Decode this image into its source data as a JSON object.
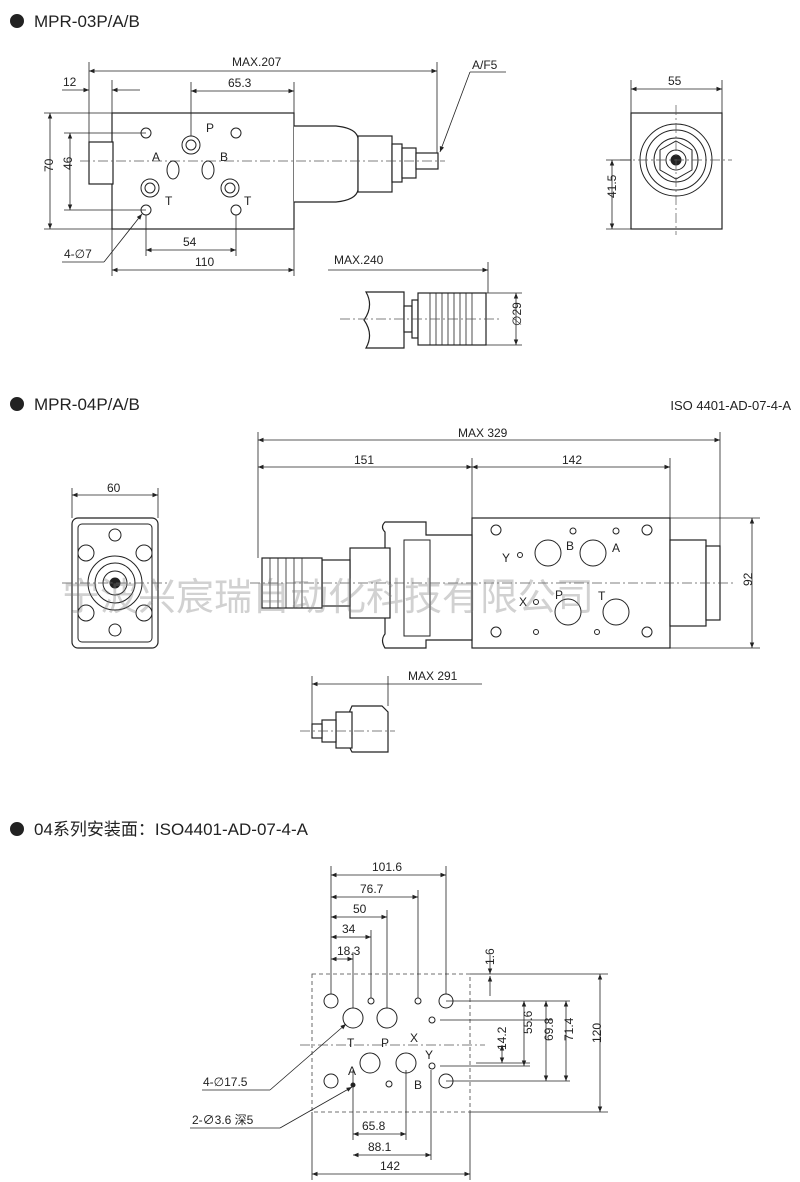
{
  "sections": [
    {
      "title": "MPR-03P/A/B"
    },
    {
      "title": "MPR-04P/A/B",
      "standard": "ISO 4401-AD-07-4-A"
    },
    {
      "title": "04系列安装面：ISO4401-AD-07-4-A"
    }
  ],
  "mpr03": {
    "dims": {
      "max_len": "MAX.207",
      "hex": "A/F5",
      "d12": "12",
      "d65_3": "65.3",
      "d70": "70",
      "d46": "46",
      "d54": "54",
      "d110": "110",
      "holes": "4-∅7",
      "d55": "55",
      "d41_5": "41.5",
      "max240": "MAX.240",
      "dia29": "∅29"
    },
    "ports": {
      "p": "P",
      "a": "A",
      "b": "B",
      "t1": "T",
      "t2": "T"
    }
  },
  "mpr04": {
    "dims": {
      "max329": "MAX 329",
      "d151": "151",
      "d142": "142",
      "d60": "60",
      "d92": "92",
      "max291": "MAX 291"
    },
    "ports": {
      "y": "Y",
      "b": "B",
      "a": "A",
      "x": "X",
      "p": "P",
      "t": "T"
    }
  },
  "surface": {
    "dims": {
      "d101_6": "101.6",
      "d76_7": "76.7",
      "d50": "50",
      "d34": "34",
      "d18_3": "18.3",
      "d1_6": "1.6",
      "d14_2": "14.2",
      "d55_6": "55.6",
      "d69_8": "69.8",
      "d71_4": "71.4",
      "d120": "120",
      "holes": "4-∅17.5",
      "pins": "2-∅3.6 深5",
      "d65_8": "65.8",
      "d88_1": "88.1",
      "d142": "142"
    },
    "ports": {
      "t": "T",
      "p": "P",
      "x": "X",
      "a": "A",
      "b": "B",
      "y": "Y"
    }
  },
  "watermark": "宁波兴宸瑞自动化科技有限公司"
}
